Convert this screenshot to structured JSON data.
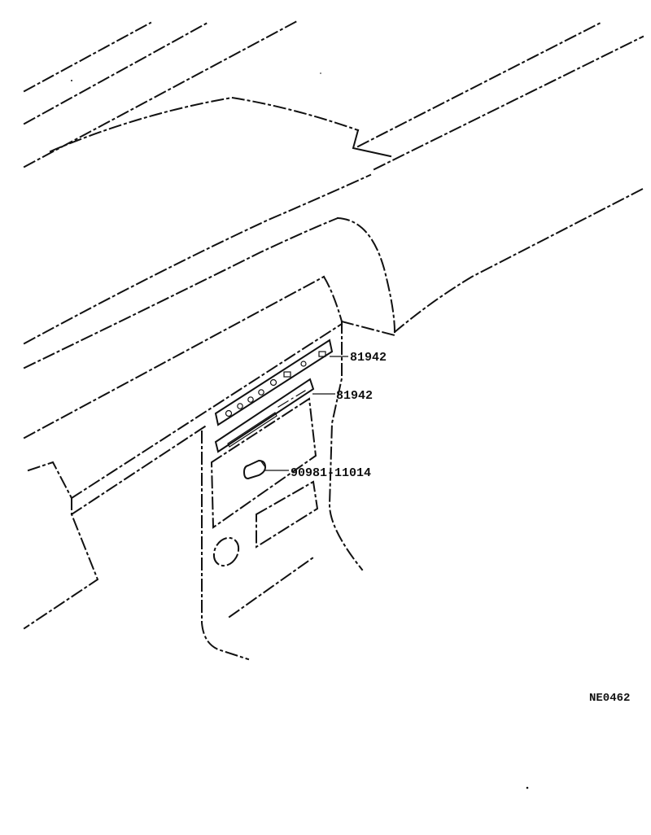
{
  "callouts": [
    {
      "id": "callout-1",
      "part_number": "81942"
    },
    {
      "id": "callout-2",
      "part_number": "81942"
    },
    {
      "id": "callout-3",
      "part_number": "90981-11014"
    }
  ],
  "drawing_code": "NE0462"
}
